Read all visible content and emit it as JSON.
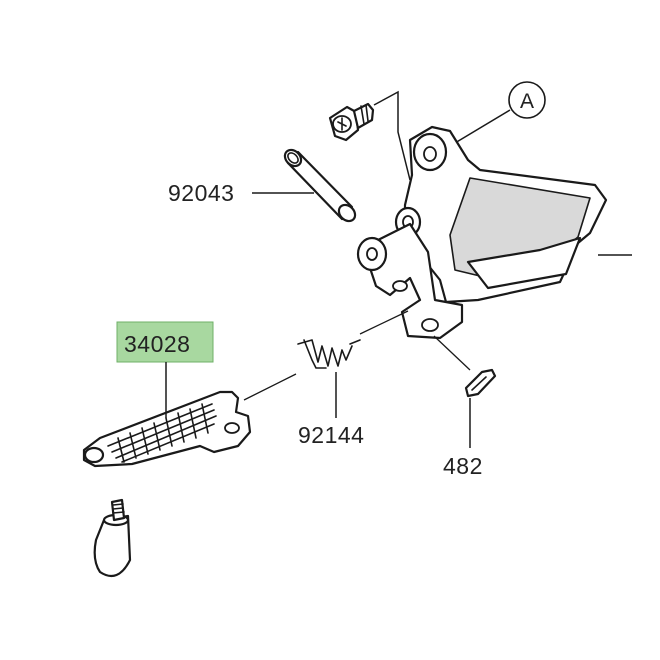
{
  "callouts": {
    "ref_a": "A",
    "part_92043": "92043",
    "part_34028": "34028",
    "part_92144": "92144",
    "part_482": "482"
  },
  "colors": {
    "highlight": "#a8d8a0",
    "line": "#1a1a1a",
    "background": "#ffffff"
  }
}
